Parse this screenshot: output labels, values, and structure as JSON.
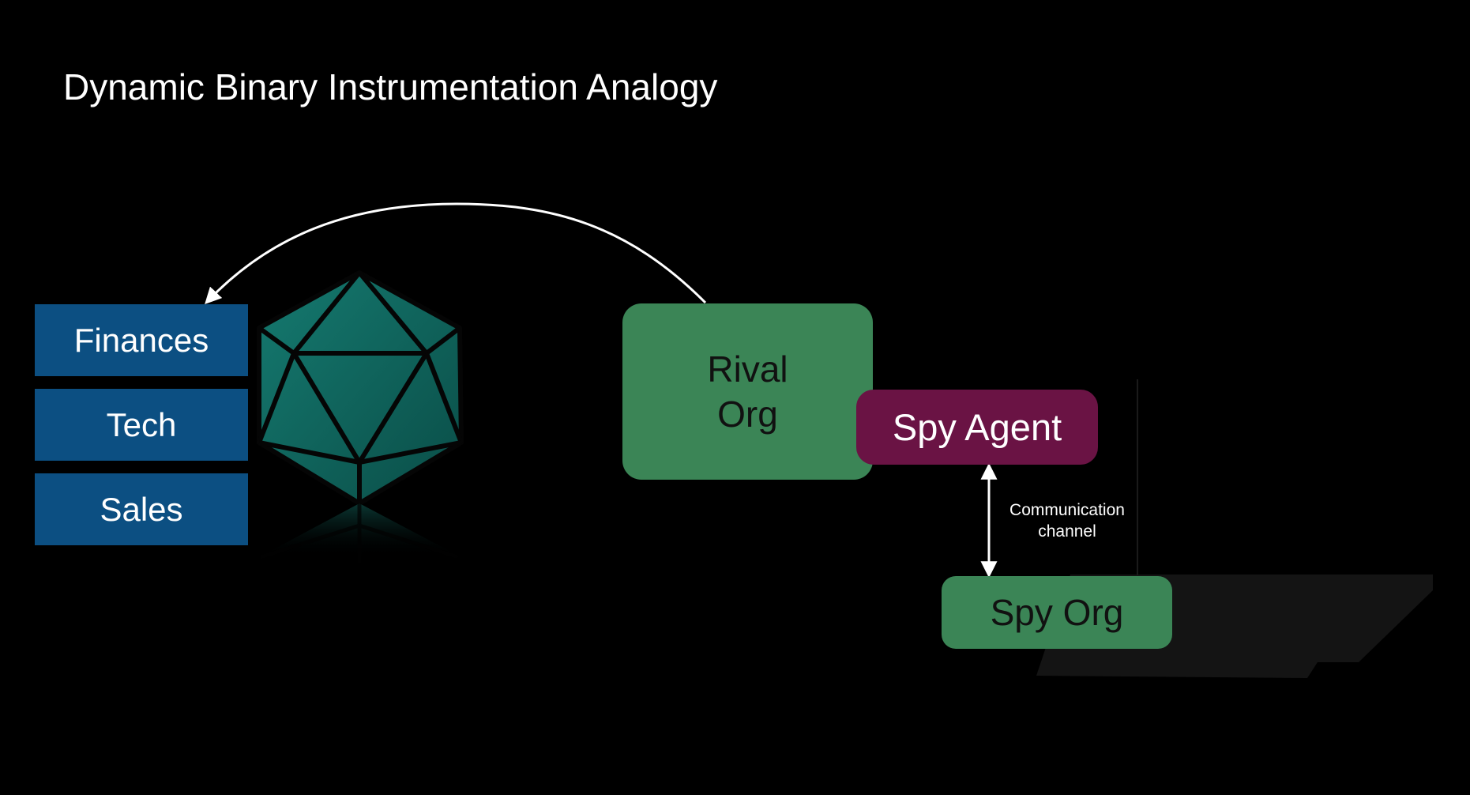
{
  "slide": {
    "title": "Dynamic Binary Instrumentation Analogy"
  },
  "departments": [
    {
      "label": "Finances"
    },
    {
      "label": "Tech"
    },
    {
      "label": "Sales"
    }
  ],
  "rival_org": {
    "line1": "Rival",
    "line2": "Org"
  },
  "spy_agent": {
    "label": "Spy Agent"
  },
  "spy_org": {
    "label": "Spy Org"
  },
  "channel": {
    "line1": "Communication",
    "line2": "channel"
  },
  "icons": {
    "target_shape": "icosahedron-icon",
    "stolen_data_arrow": "curved-arrow-icon",
    "channel_arrow": "double-arrow-icon"
  },
  "colors": {
    "background": "#000000",
    "department": "#0c4f82",
    "org": "#3b8556",
    "spy_agent": "#6a1344",
    "icosahedron": "#116e66"
  }
}
